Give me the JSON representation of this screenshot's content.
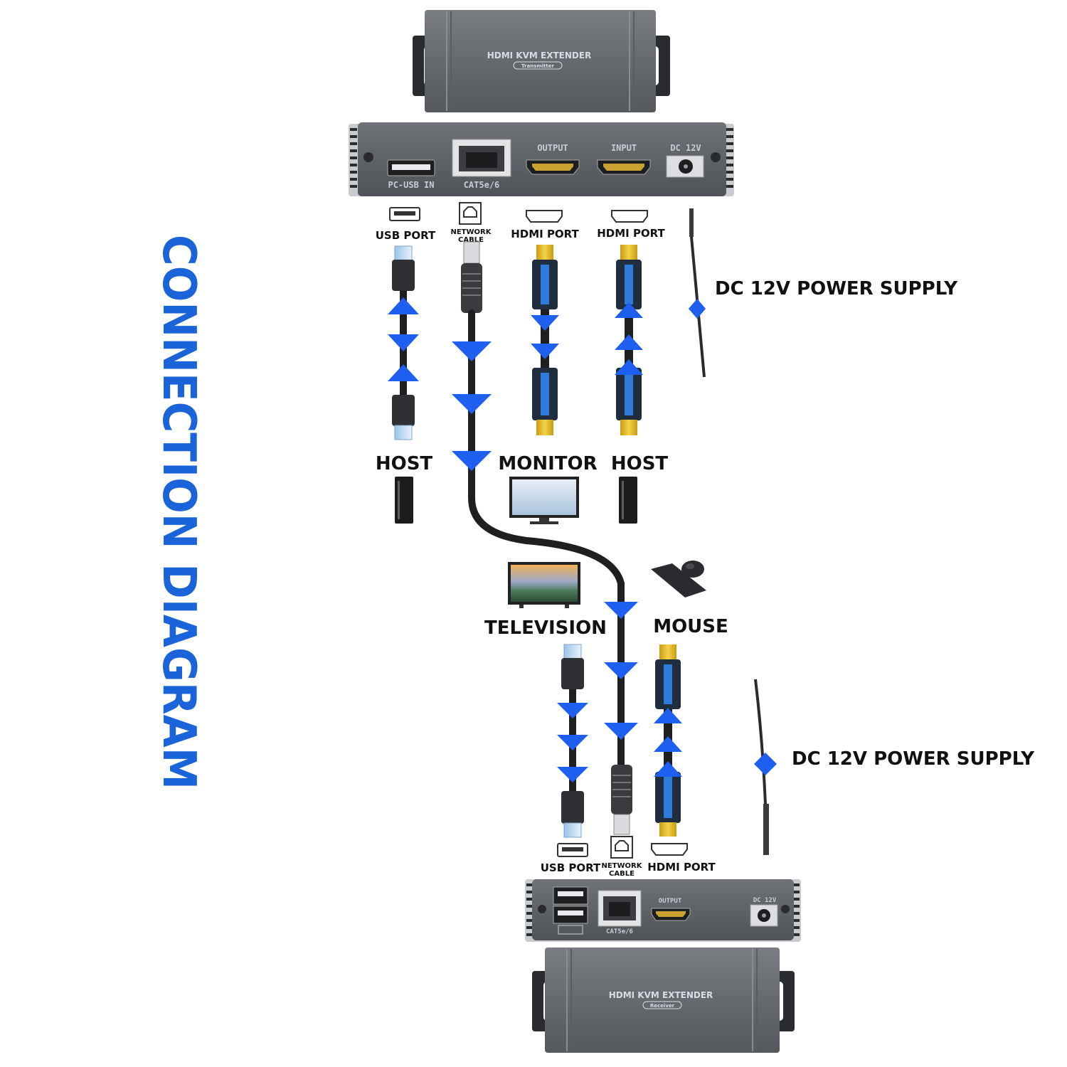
{
  "title": "CONNECTION  DIAGRAM",
  "transmitter": {
    "brand": "HDMI KVM EXTENDER",
    "role": "Transmitter",
    "ports": [
      "PC-USB IN",
      "CAT5e/6",
      "OUTPUT",
      "INPUT",
      "DC 12V"
    ]
  },
  "receiver": {
    "brand": "HDMI KVM EXTENDER",
    "role": "Receiver",
    "ports": [
      "CAT5e/6",
      "OUTPUT",
      "DC 12V"
    ]
  },
  "top_labels": {
    "usb_port": "USB PORT",
    "network_cable_1": "NETWORK",
    "network_cable_2": "CABLE",
    "hdmi_port_1": "HDMI PORT",
    "hdmi_port_2": "HDMI PORT",
    "power_supply": "DC  12V POWER SUPPLY"
  },
  "devices_top": {
    "host_1": "HOST",
    "monitor": "MONITOR",
    "host_2": "HOST"
  },
  "devices_bottom": {
    "television": "TELEVISION",
    "mouse": "MOUSE"
  },
  "bottom_labels": {
    "usb_port": "USB PORT",
    "network_cable_1": "NETWORK",
    "network_cable_2": "CABLE",
    "hdmi_port": "HDMI PORT",
    "power_supply": "DC  12V  POWER SUPPLY"
  },
  "colors": {
    "title": "#1a63d8",
    "arrow": "#1e5ff0",
    "device_body": "#6d7075",
    "text": "#111111"
  }
}
